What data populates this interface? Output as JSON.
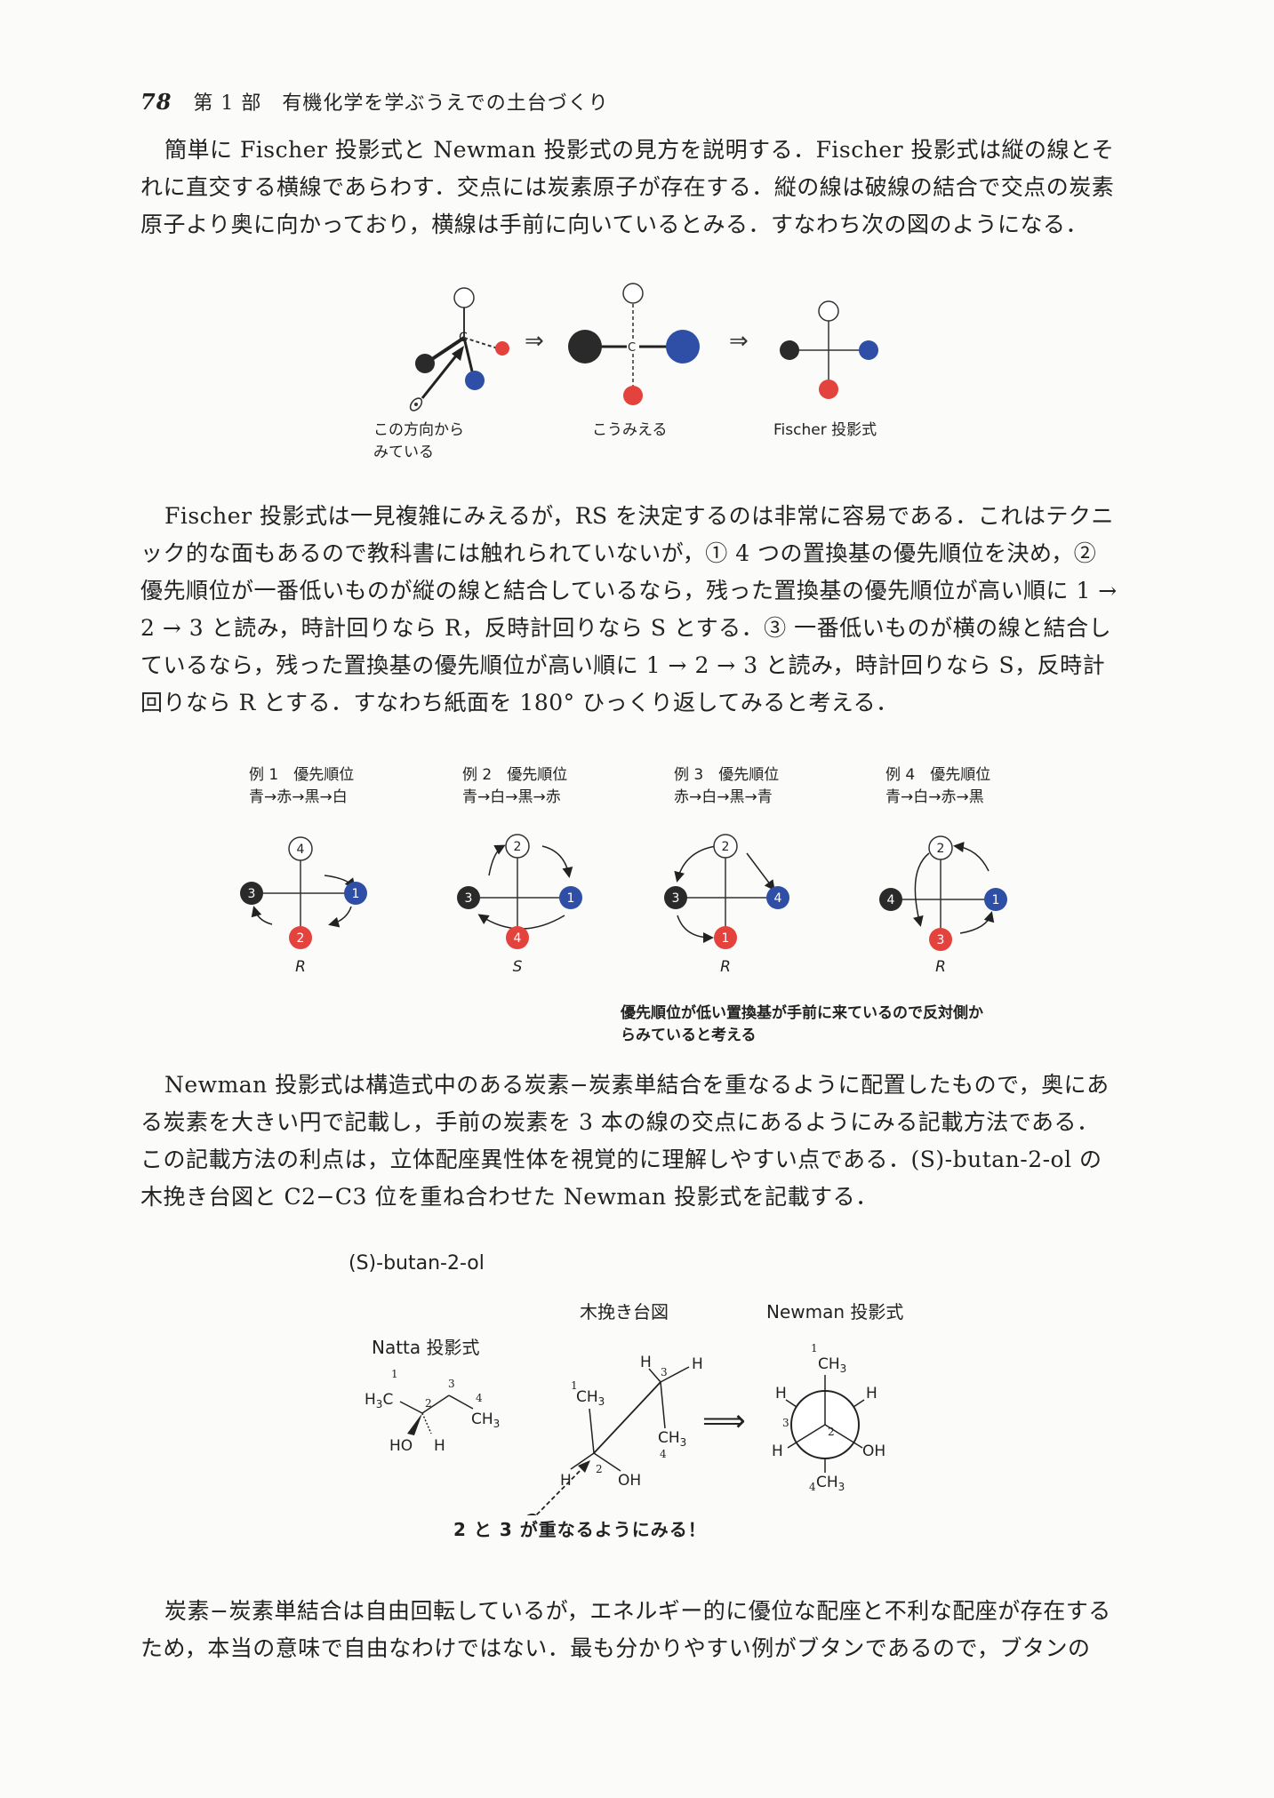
{
  "header": {
    "page_number": "78",
    "section": "第 1 部　有機化学を学ぶうえでの土台づくり"
  },
  "paragraphs": {
    "p1": "簡単に Fischer 投影式と Newman 投影式の見方を説明する．Fischer 投影式は縦の線とそれに直交する横線であらわす．交点には炭素原子が存在する．縦の線は破線の結合で交点の炭素原子より奥に向かっており，横線は手前に向いているとみる．すなわち次の図のようになる．",
    "p2": "Fischer 投影式は一見複雑にみえるが，RS を決定するのは非常に容易である．これはテクニック的な面もあるので教科書には触れられていないが，① 4 つの置換基の優先順位を決め，② 優先順位が一番低いものが縦の線と結合しているなら，残った置換基の優先順位が高い順に 1 → 2 → 3 と読み，時計回りなら R，反時計回りなら S とする．③ 一番低いものが横の線と結合しているなら，残った置換基の優先順位が高い順に 1 → 2 → 3 と読み，時計回りなら S，反時計回りなら R とする．すなわち紙面を 180° ひっくり返してみると考える．",
    "p3": "Newman 投影式は構造式中のある炭素−炭素単結合を重なるように配置したもので，奥にある炭素を大きい円で記載し，手前の炭素を 3 本の線の交点にあるようにみる記載方法である．この記載方法の利点は，立体配座異性体を視覚的に理解しやすい点である．(S)-butan-2-ol の木挽き台図と C2−C3 位を重ね合わせた Newman 投影式を記載する．",
    "p4": "炭素−炭素単結合は自由回転しているが，エネルギー的に優位な配座と不利な配座が存在するため，本当の意味で自由なわけではない．最も分かりやすい例がブタンであるので，ブタンの"
  },
  "figure1": {
    "label_view_line1": "この方向から",
    "label_view_line2": "みている",
    "label_seen": "こうみえる",
    "label_fischer": "Fischer 投影式",
    "carbon": "C",
    "arrow": "⇒"
  },
  "figure2": {
    "examples": [
      {
        "title": "例 1　優先順位",
        "order": "青→赤→黒→白",
        "top": "4",
        "left": "3",
        "right": "1",
        "bottom": "2",
        "result": "R"
      },
      {
        "title": "例 2　優先順位",
        "order": "青→白→黒→赤",
        "top": "2",
        "left": "3",
        "right": "1",
        "bottom": "4",
        "result": "S"
      },
      {
        "title": "例 3　優先順位",
        "order": "赤→白→黒→青",
        "top": "2",
        "left": "3",
        "right": "4",
        "bottom": "1",
        "result": "R"
      },
      {
        "title": "例 4　優先順位",
        "order": "青→白→赤→黒",
        "top": "2",
        "left": "4",
        "right": "1",
        "bottom": "3",
        "result": "R"
      }
    ],
    "note_line1": "優先順位が低い置換基が手前に来ているので反対側か",
    "note_line2": "らみていると考える"
  },
  "figure3": {
    "compound": "(S)-butan-2-ol",
    "compound_bold": "S",
    "natta_title": "Natta 投影式",
    "sawhorse_title": "木挽き台図",
    "newman_title": "Newman 投影式",
    "caption": "2 と 3 が重なるようにみる！"
  },
  "colors": {
    "blue": "#2f4fa6",
    "red": "#e4423c",
    "black": "#2a2a2a",
    "white": "#ffffff"
  }
}
